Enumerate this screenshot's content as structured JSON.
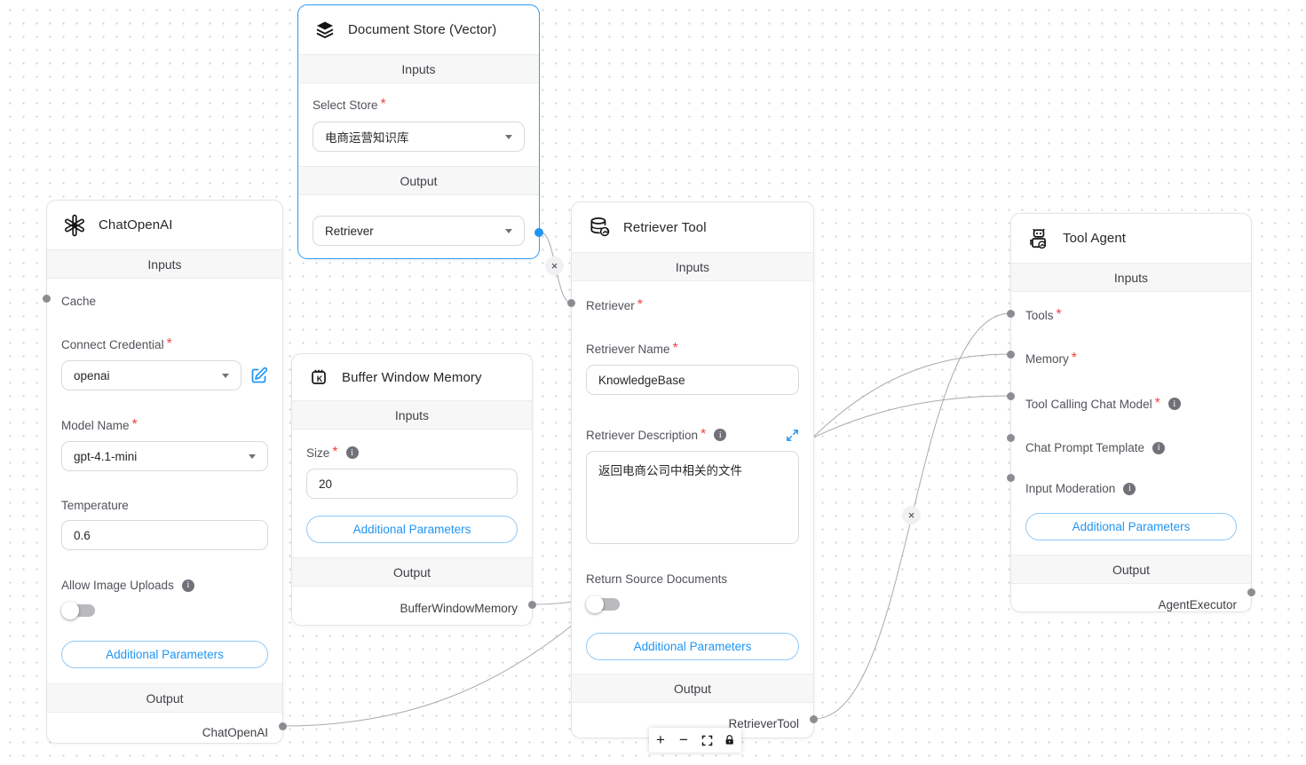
{
  "ui": {
    "required": "*",
    "close": "×"
  },
  "colors": {
    "accent": "#2196f3",
    "selected_border": "#2d9cf5",
    "required_red": "#ef4444",
    "edge": "#a9a9ae"
  },
  "nodes": {
    "doc_store": {
      "title": "Document Store (Vector)",
      "inputs_label": "Inputs",
      "select_store_label": "Select Store",
      "select_store_value": "电商运营知识库",
      "output_label": "Output",
      "output_value": "Retriever"
    },
    "chat_openai": {
      "title": "ChatOpenAI",
      "inputs_label": "Inputs",
      "cache_label": "Cache",
      "credential_label": "Connect Credential",
      "credential_value": "openai",
      "model_label": "Model Name",
      "model_value": "gpt-4.1-mini",
      "temperature_label": "Temperature",
      "temperature_value": "0.6",
      "allow_image_label": "Allow Image Uploads",
      "additional_params_label": "Additional Parameters",
      "output_label": "Output",
      "output_value": "ChatOpenAI"
    },
    "buffer_memory": {
      "title": "Buffer Window Memory",
      "inputs_label": "Inputs",
      "size_label": "Size",
      "size_value": "20",
      "additional_params_label": "Additional Parameters",
      "output_label": "Output",
      "output_value": "BufferWindowMemory"
    },
    "retriever_tool": {
      "title": "Retriever Tool",
      "inputs_label": "Inputs",
      "retriever_label": "Retriever",
      "retriever_name_label": "Retriever Name",
      "retriever_name_value": "KnowledgeBase",
      "retriever_desc_label": "Retriever Description",
      "retriever_desc_value": "返回电商公司中相关的文件",
      "return_source_label": "Return Source Documents",
      "additional_params_label": "Additional Parameters",
      "output_label": "Output",
      "output_value": "RetrieverTool"
    },
    "tool_agent": {
      "title": "Tool Agent",
      "inputs_label": "Inputs",
      "tools_label": "Tools",
      "memory_label": "Memory",
      "tool_calling_label": "Tool Calling Chat Model",
      "chat_prompt_label": "Chat Prompt Template",
      "input_moderation_label": "Input Moderation",
      "additional_params_label": "Additional Parameters",
      "output_label": "Output",
      "output_value": "AgentExecutor"
    }
  },
  "edges": [
    {
      "from": "document-store-output-retriever",
      "to": "retriever-tool-input-retriever"
    },
    {
      "from": "chat-openai-output",
      "to": "tool-agent-input-tool-calling-chat-model"
    },
    {
      "from": "buffer-window-memory-output",
      "to": "tool-agent-input-memory"
    },
    {
      "from": "retriever-tool-output",
      "to": "tool-agent-input-tools"
    }
  ],
  "toolbar": {
    "zoom_in": "+",
    "zoom_out": "−"
  }
}
